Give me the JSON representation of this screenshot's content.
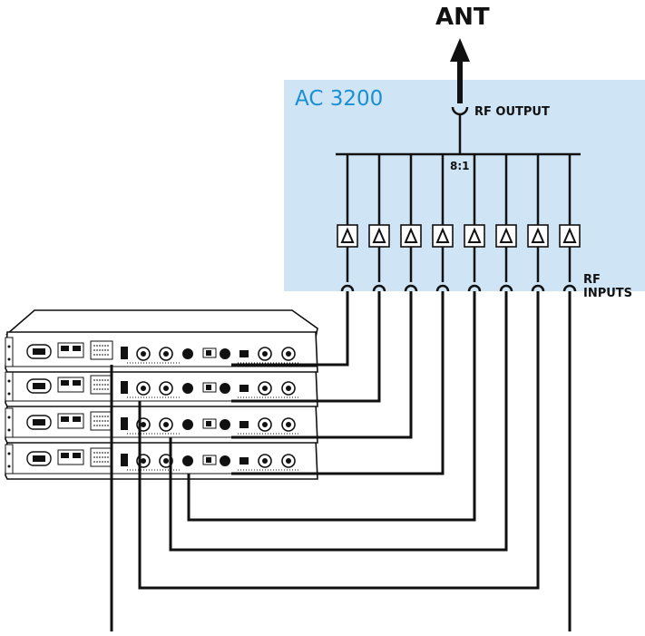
{
  "antenna_label": "ANT",
  "combiner": {
    "model": "AC 3200",
    "output_label": "RF OUTPUT",
    "ratio": "8:1",
    "inputs_label": "RF INPUTS",
    "input_count": 8
  },
  "receivers": {
    "count": 4
  },
  "colors": {
    "panel": "#cfe4f5",
    "accent_text": "#1a8fd4",
    "line": "#111111"
  },
  "icons": [
    "amplifier-triangle-icon",
    "bnc-socket-icon",
    "antenna-arrow-icon"
  ]
}
